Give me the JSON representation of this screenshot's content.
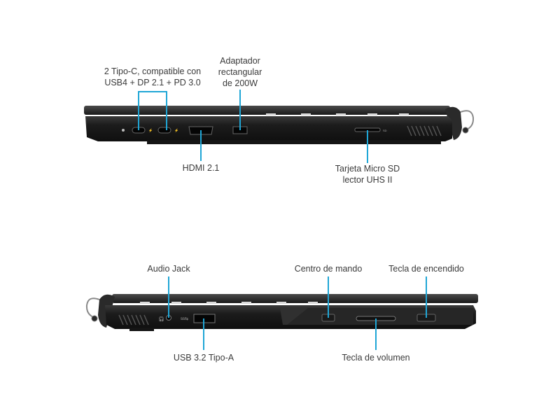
{
  "labels": {
    "usbc_line1": "2 Tipo-C, compatible con",
    "usbc_line2": "USB4 + DP 2.1 + PD 3.0",
    "power_adapter_line1": "Adaptador",
    "power_adapter_line2": "rectangular",
    "power_adapter_line3": "de 200W",
    "hdmi": "HDMI 2.1",
    "microsd_line1": "Tarjeta Micro SD",
    "microsd_line2": "lector UHS II",
    "audio_jack": "Audio Jack",
    "command_center": "Centro de mando",
    "power_key": "Tecla de encendido",
    "usb_a": "USB 3.2 Tipo-A",
    "volume_key": "Tecla de volumen"
  },
  "colors": {
    "callout": "#1fa6d6",
    "label_text": "#3a3a3a",
    "chassis": "#1e1e1e"
  }
}
